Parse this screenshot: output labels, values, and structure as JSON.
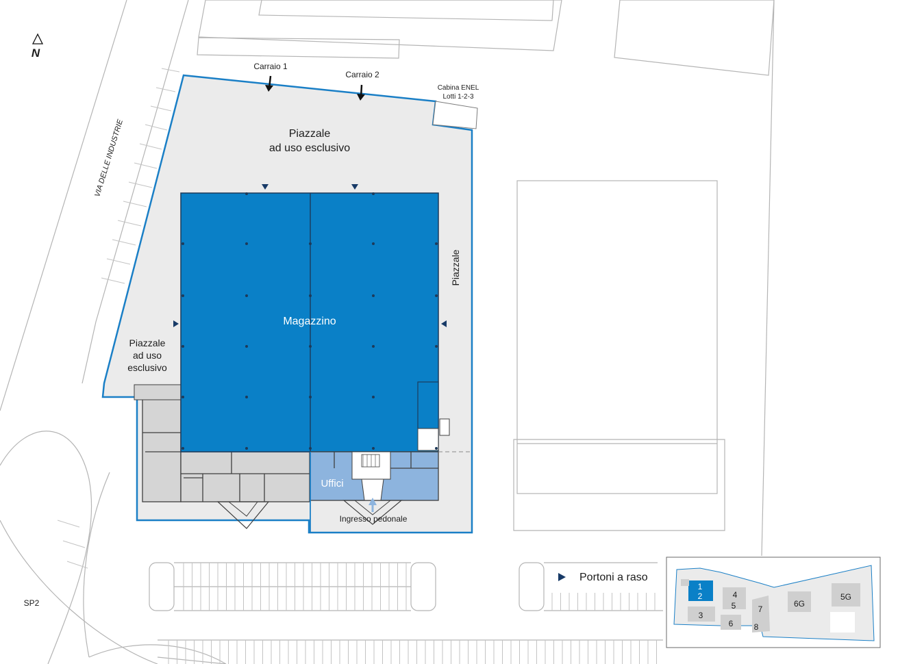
{
  "compass": {
    "label": "N",
    "icon": "north-arrow-icon"
  },
  "roads": {
    "main_street": "VIA DELLE INDUSTRIE",
    "provincial_road": "SP2"
  },
  "entrances": {
    "carraio_1": "Carraio 1",
    "carraio_2": "Carraio 2",
    "pedestrian": "Ingresso pedonale"
  },
  "utility": {
    "line1": "Cabina ENEL",
    "line2": "Lotti 1-2-3"
  },
  "areas": {
    "yard_exclusive_line1": "Piazzale",
    "yard_exclusive_line2": "ad uso esclusivo",
    "yard_west_line1": "Piazzale",
    "yard_west_line2": "ad uso",
    "yard_west_line3": "esclusivo",
    "yard_east": "Piazzale",
    "warehouse": "Magazzino",
    "offices": "Uffici"
  },
  "legend": {
    "dock_doors": "Portoni a raso",
    "icon": "triangle-marker-icon"
  },
  "keymap": {
    "lots": [
      {
        "id": "lot-1-2",
        "label_top": "1",
        "label_bottom": "2",
        "highlighted": true
      },
      {
        "id": "lot-3",
        "label": "3"
      },
      {
        "id": "lot-4-5",
        "label_top": "4",
        "label_bottom": "5"
      },
      {
        "id": "lot-6",
        "label": "6"
      },
      {
        "id": "lot-7-8",
        "label_top": "7",
        "label_bottom": "8"
      },
      {
        "id": "lot-6g",
        "label": "6G"
      },
      {
        "id": "lot-5g",
        "label": "5G"
      }
    ]
  },
  "colors": {
    "warehouse": "#0a80c7",
    "offices": "#8db4de",
    "yard": "#ebebeb",
    "lot_outline": "#1a7fc6",
    "marker": "#173a67",
    "building_grey": "#d2d2d2"
  }
}
